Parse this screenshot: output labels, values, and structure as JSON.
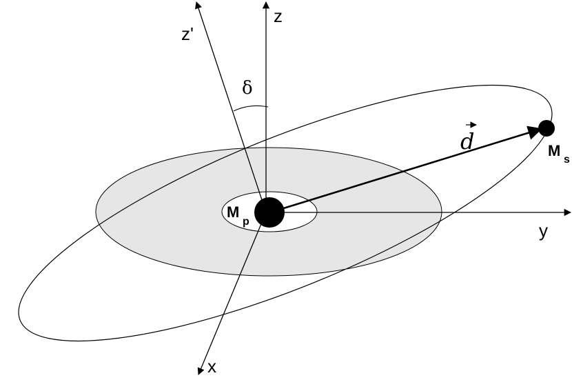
{
  "labels": {
    "z": "z",
    "z_prime": "z'",
    "delta": "δ",
    "y": "y",
    "x": "x",
    "d_vector": "d",
    "primary": {
      "main": "M",
      "sub": "p"
    },
    "secondary": {
      "main": "M",
      "sub": "s"
    }
  },
  "colors": {
    "disk_fill": "#e6e6e6",
    "stroke": "#000000",
    "background": "#ffffff"
  }
}
